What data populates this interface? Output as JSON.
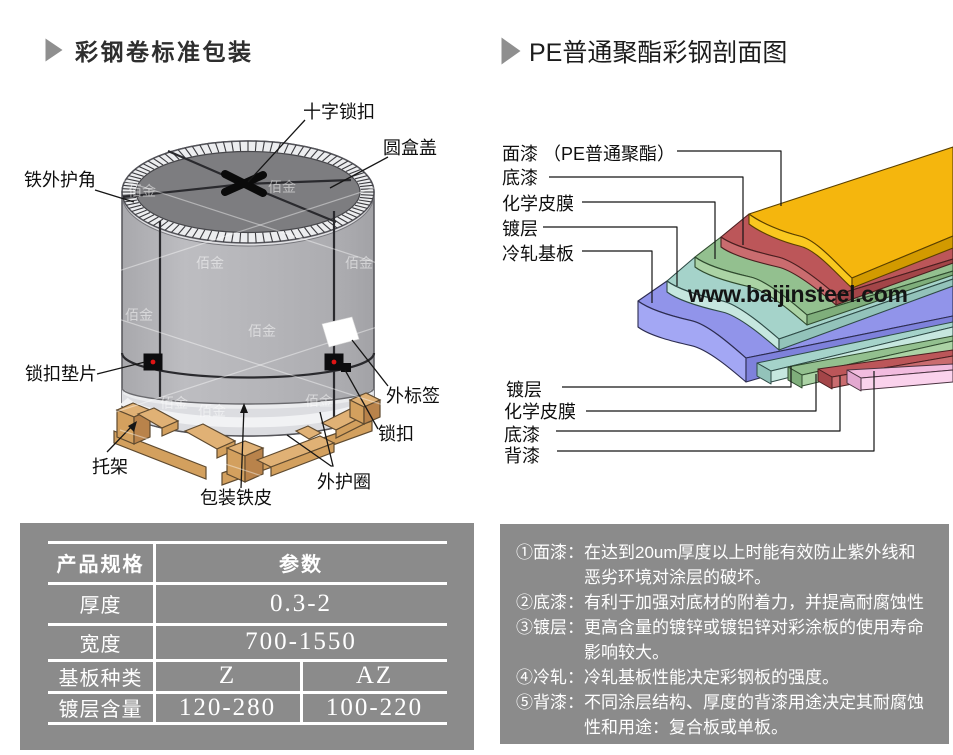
{
  "colors": {
    "panel_gray": "#8b8b8b",
    "title_marker_gray": "#8f8f8f",
    "coil_body": "#b6b6ba",
    "coil_body_edge": "#a6a6aa",
    "coil_lid": "#7d7d80",
    "coil_rim": "#ecedef",
    "coil_band": "#dcdde1",
    "coil_band_stripe": "#f1f2f4",
    "strap": "#2a2a2e",
    "buckle_red": "#e01515",
    "pallet_top": "#e0b175",
    "pallet_mid": "#d3a05e",
    "pallet_dark": "#b9834b",
    "pallet_outline": "#5f4a2f",
    "layer_yellow_top": "#f5b60d",
    "layer_yellow_front": "#f9c81f",
    "layer_yellow_side": "#d29a00",
    "layer_red_top": "#bc5659",
    "layer_red_front": "#ca6c6f",
    "layer_red_side": "#a34548",
    "layer_green_top": "#93c08f",
    "layer_green_front": "#abd3a5",
    "layer_green_side": "#7fae7b",
    "layer_teal_top": "#a5d3ca",
    "layer_teal_front": "#c6e7df",
    "layer_teal_side": "#93c3ba",
    "layer_blue_top": "#9194ea",
    "layer_blue_front": "#a3a7f4",
    "layer_blue_side": "#7e81db",
    "layer_pink_top": "#f2bcdf",
    "layer_pink_front": "#fad2ec",
    "layer_pink_side": "#e3a8d0",
    "leader_line": "#151515"
  },
  "left_section": {
    "title": "彩钢卷标准包装",
    "watermark": "佰金",
    "labels": {
      "cross_lock": "十字锁扣",
      "round_lid": "圆盒盖",
      "iron_corner": "铁外护角",
      "lock_washer": "锁扣垫片",
      "outer_label": "外标签",
      "lock": "锁扣",
      "bracket": "托架",
      "packing_sheet": "包装铁皮",
      "outer_ring": "外护圈"
    }
  },
  "right_section": {
    "title": "PE普通聚酯彩钢剖面图",
    "watermark_url": "www.baijinsteel.com",
    "top_labels": {
      "topcoat": "面漆 （PE普通聚酯）",
      "primer": "底漆",
      "chemical_film": "化学皮膜",
      "plating": "镀层",
      "base_plate": "冷轧基板"
    },
    "bottom_labels": {
      "plating": "镀层",
      "chemical_film": "化学皮膜",
      "primer": "底漆",
      "backcoat": "背漆"
    }
  },
  "spec_table": {
    "header_label": "产品规格",
    "header_value": "参数",
    "rows": [
      {
        "label": "厚度",
        "values": [
          "0.3-2"
        ]
      },
      {
        "label": "宽度",
        "values": [
          "700-1550"
        ]
      },
      {
        "label": "基板种类",
        "values": [
          "Z",
          "AZ"
        ]
      },
      {
        "label": "镀层含量",
        "values": [
          "120-280",
          "100-220"
        ]
      }
    ]
  },
  "notes_panel": {
    "items": [
      {
        "label": "①面漆：",
        "text": "在达到20um厚度以上时能有效防止紫外线和恶劣环境对涂层的破坏。"
      },
      {
        "label": "②底漆：",
        "text": "有利于加强对底材的附着力，并提高耐腐蚀性"
      },
      {
        "label": "③镀层：",
        "text": "更高含量的镀锌或镀铝锌对彩涂板的使用寿命影响较大。"
      },
      {
        "label": "④冷轧：",
        "text": "冷轧基板性能决定彩钢板的强度。"
      },
      {
        "label": "⑤背漆：",
        "text": "不同涂层结构、厚度的背漆用途决定其耐腐蚀性和用途：复合板或单板。"
      }
    ]
  }
}
